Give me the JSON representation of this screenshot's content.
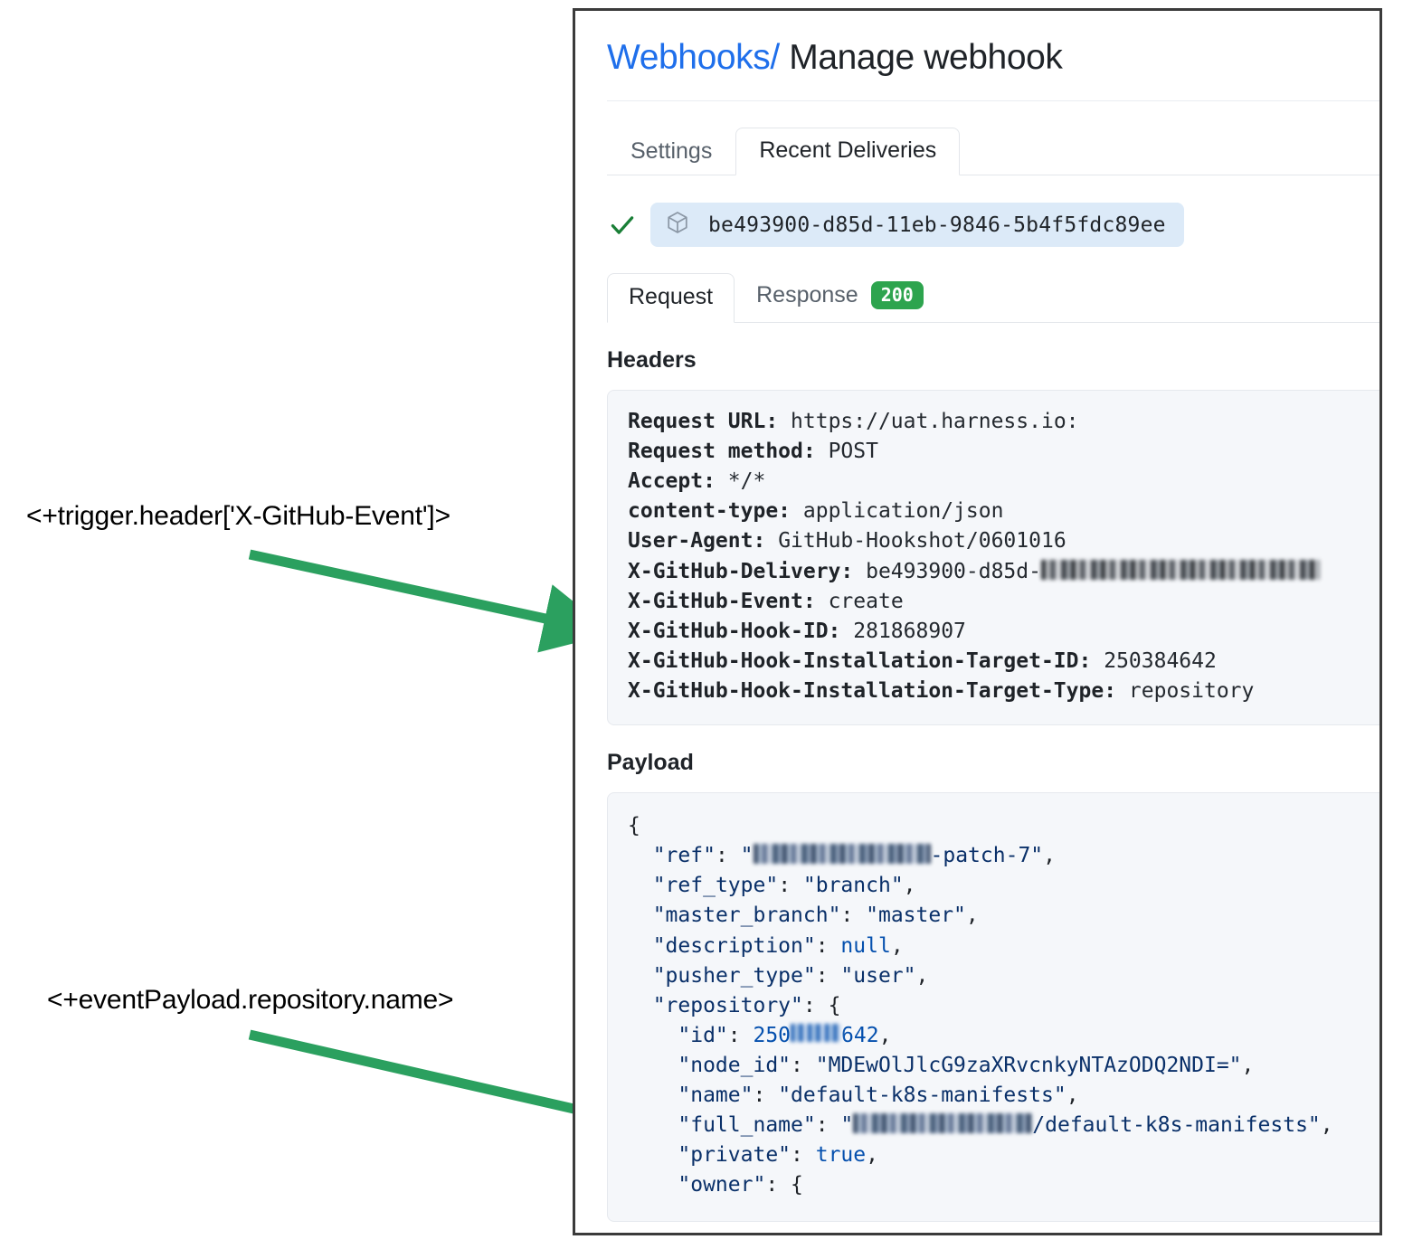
{
  "annotations": [
    {
      "id": "trigger-header",
      "text": "<+trigger.header['X-GitHub-Event']>"
    },
    {
      "id": "event-payload",
      "text": "<+eventPayload.repository.name>"
    }
  ],
  "colors": {
    "arrow_green": "#2ba05f",
    "link_blue": "#1f6feb",
    "badge_green": "#2da44e",
    "check_green": "#1a7f37",
    "chip_blue": "#dceaf8",
    "code_bg": "#f5f7fa",
    "json_string": "#0a3069",
    "json_literal": "#0550ae"
  },
  "header": {
    "breadcrumb_link": "Webhooks",
    "breadcrumb_separator": "/",
    "page_title": "Manage webhook"
  },
  "outer_tabs": [
    {
      "label": "Settings",
      "active": false
    },
    {
      "label": "Recent Deliveries",
      "active": true
    }
  ],
  "delivery": {
    "status_icon": "check-icon",
    "package_icon": "package-cube-icon",
    "guid": "be493900-d85d-11eb-9846-5b4f5fdc89ee"
  },
  "inner_tabs": [
    {
      "label": "Request",
      "active": true,
      "badge": null
    },
    {
      "label": "Response",
      "active": false,
      "badge": "200"
    }
  ],
  "headers_section": {
    "heading": "Headers",
    "rows": [
      {
        "key": "Request URL:",
        "value": "https://uat.harness.io:",
        "redacted": false
      },
      {
        "key": "Request method:",
        "value": "POST",
        "redacted": false
      },
      {
        "key": "Accept:",
        "value": "*/*",
        "redacted": false
      },
      {
        "key": "content-type:",
        "value": "application/json",
        "redacted": false
      },
      {
        "key": "User-Agent:",
        "value": "GitHub-Hookshot/0601016",
        "redacted": false
      },
      {
        "key": "X-GitHub-Delivery:",
        "value": "be493900-d85d-",
        "redacted": true,
        "redacted_label": "11eb-9846-5b4f5fdc89ee"
      },
      {
        "key": "X-GitHub-Event:",
        "value": "create",
        "redacted": false
      },
      {
        "key": "X-GitHub-Hook-ID:",
        "value": "281868907",
        "redacted": false
      },
      {
        "key": "X-GitHub-Hook-Installation-Target-ID:",
        "value": "250384642",
        "redacted": false
      },
      {
        "key": "X-GitHub-Hook-Installation-Target-Type:",
        "value": "repository",
        "redacted": false
      }
    ]
  },
  "payload_section": {
    "heading": "Payload",
    "lines": [
      "{",
      "  \"ref\": \"[redacted]-patch-7\",",
      "  \"ref_type\": \"branch\",",
      "  \"master_branch\": \"master\",",
      "  \"description\": null,",
      "  \"pusher_type\": \"user\",",
      "  \"repository\": {",
      "    \"id\": 250[redacted]642,",
      "    \"node_id\": \"MDEwOlJlcG9zaXRvcnkyNTAzODQ2NDI=\",",
      "    \"name\": \"default-k8s-manifests\",",
      "    \"full_name\": \"[redacted]/default-k8s-manifests\",",
      "    \"private\": true,",
      "    \"owner\": {"
    ]
  }
}
